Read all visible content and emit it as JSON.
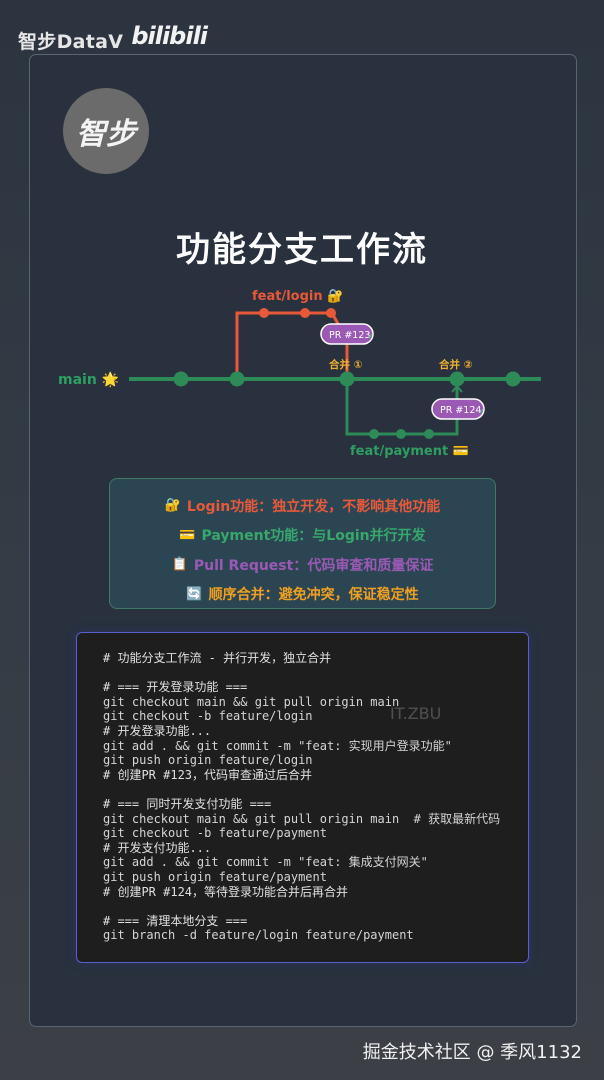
{
  "brand": {
    "text": "智步DataV",
    "platform_logo": "bilibili"
  },
  "badge": {
    "text": "智步"
  },
  "title": "功能分支工作流",
  "graph": {
    "main_label": "main 🌟",
    "login_label": "feat/login 🔐",
    "payment_label": "feat/payment 💳",
    "merge1_label": "合并 ①",
    "merge2_label": "合并 ②",
    "pr1_label": "PR #123",
    "pr2_label": "PR #124",
    "colors": {
      "main": "#2e8b57",
      "login": "#e8593a",
      "payment": "#2e8b57",
      "pr": "#9b59b6",
      "merge": "#f0b030"
    }
  },
  "legend": [
    {
      "icon": "🔐",
      "text": "Login功能：独立开发，不影响其他功能",
      "color": "#e8593a"
    },
    {
      "icon": "💳",
      "text": "Payment功能：与Login并行开发",
      "color": "#37a86b"
    },
    {
      "icon": "📋",
      "text": "Pull Request：代码审查和质量保证",
      "color": "#9b59b6"
    },
    {
      "icon": "🔄",
      "text": "顺序合并：避免冲突，保证稳定性",
      "color": "#f0a020"
    }
  ],
  "code": [
    "# 功能分支工作流 - 并行开发，独立合并",
    "",
    "# === 开发登录功能 ===",
    "git checkout main && git pull origin main",
    "git checkout -b feature/login",
    "# 开发登录功能...",
    "git add . && git commit -m \"feat: 实现用户登录功能\"",
    "git push origin feature/login",
    "# 创建PR #123，代码审查通过后合并",
    "",
    "# === 同时开发支付功能 ===",
    "git checkout main && git pull origin main  # 获取最新代码",
    "git checkout -b feature/payment",
    "# 开发支付功能...",
    "git add . && git commit -m \"feat: 集成支付网关\"",
    "git push origin feature/payment",
    "# 创建PR #124，等待登录功能合并后再合并",
    "",
    "# === 清理本地分支 ===",
    "git branch -d feature/login feature/payment"
  ],
  "watermark": "IT.ZBU",
  "footer": "掘金技术社区 @ 季风1132"
}
